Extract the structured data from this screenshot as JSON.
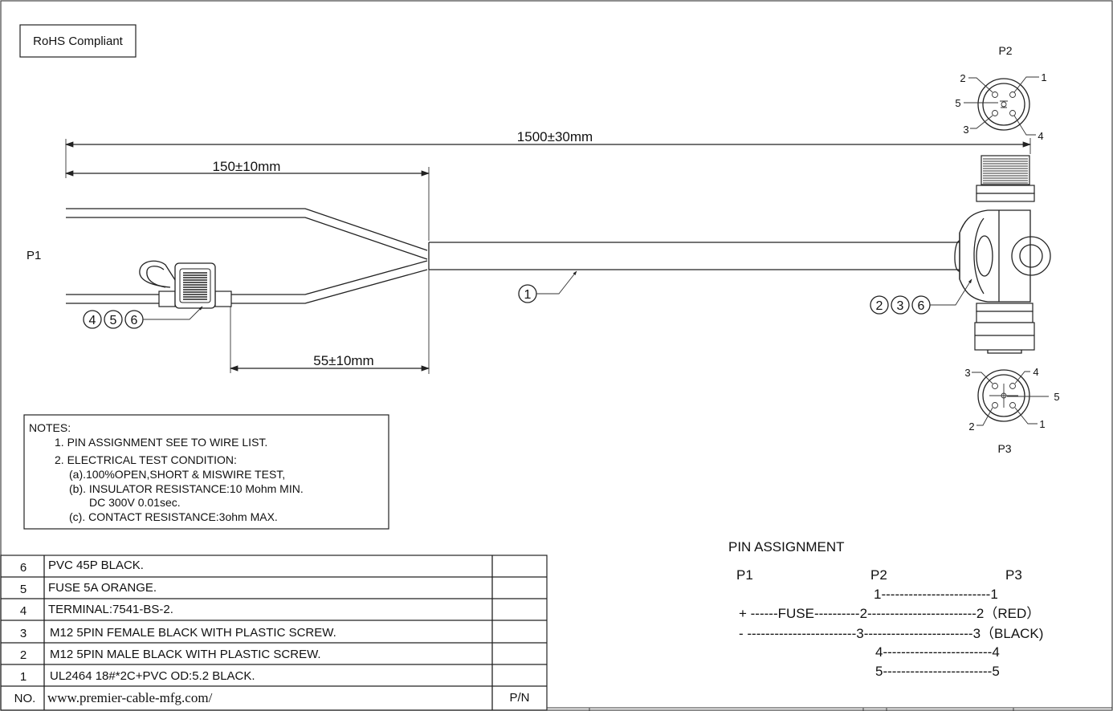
{
  "rohs": "RoHS Compliant",
  "labels": {
    "p1": "P1",
    "p2": "P2",
    "p3": "P3"
  },
  "dims": {
    "total": "1500±30mm",
    "branch": "150±10mm",
    "fuse": "55±10mm"
  },
  "callouts": {
    "cable": "1",
    "fuse_a": "4",
    "fuse_b": "5",
    "fuse_c": "6",
    "tee_a": "2",
    "tee_b": "3",
    "tee_c": "6"
  },
  "p2_pins": [
    "1",
    "2",
    "3",
    "4",
    "5"
  ],
  "p3_pins": [
    "1",
    "2",
    "3",
    "4",
    "5"
  ],
  "notes": {
    "title": "NOTES:",
    "lines": [
      "1. PIN ASSIGNMENT SEE TO WIRE LIST.",
      "2. ELECTRICAL TEST CONDITION:",
      "(a).100%OPEN,SHORT & MISWIRE TEST,",
      "(b). INSULATOR RESISTANCE:10 Mohm MIN.",
      "DC 300V 0.01sec.",
      "(c). CONTACT RESISTANCE:3ohm MAX."
    ]
  },
  "bom": {
    "rows": [
      {
        "no": "6",
        "desc": "PVC 45P BLACK."
      },
      {
        "no": "5",
        "desc": "FUSE 5A ORANGE."
      },
      {
        "no": "4",
        "desc": "TERMINAL:7541-BS-2."
      },
      {
        "no": "3",
        "desc": "M12 5PIN FEMALE  BLACK WITH PLASTIC SCREW."
      },
      {
        "no": "2",
        "desc": "M12 5PIN MALE  BLACK WITH PLASTIC SCREW."
      },
      {
        "no": "1",
        "desc": "UL2464 18#*2C+PVC  OD:5.2  BLACK."
      }
    ],
    "footer_no": "NO.",
    "footer_url": "www.premier-cable-mfg.com/",
    "footer_pn": "P/N"
  },
  "pin_assignment": {
    "title": "PIN  ASSIGNMENT",
    "headers": [
      "P1",
      "P2",
      "P3"
    ],
    "rows": [
      "1------------------------1",
      "+ ------FUSE----------2------------------------2（RED）",
      "- ------------------------3------------------------3（BLACK)",
      "4------------------------4",
      "5------------------------5"
    ]
  }
}
